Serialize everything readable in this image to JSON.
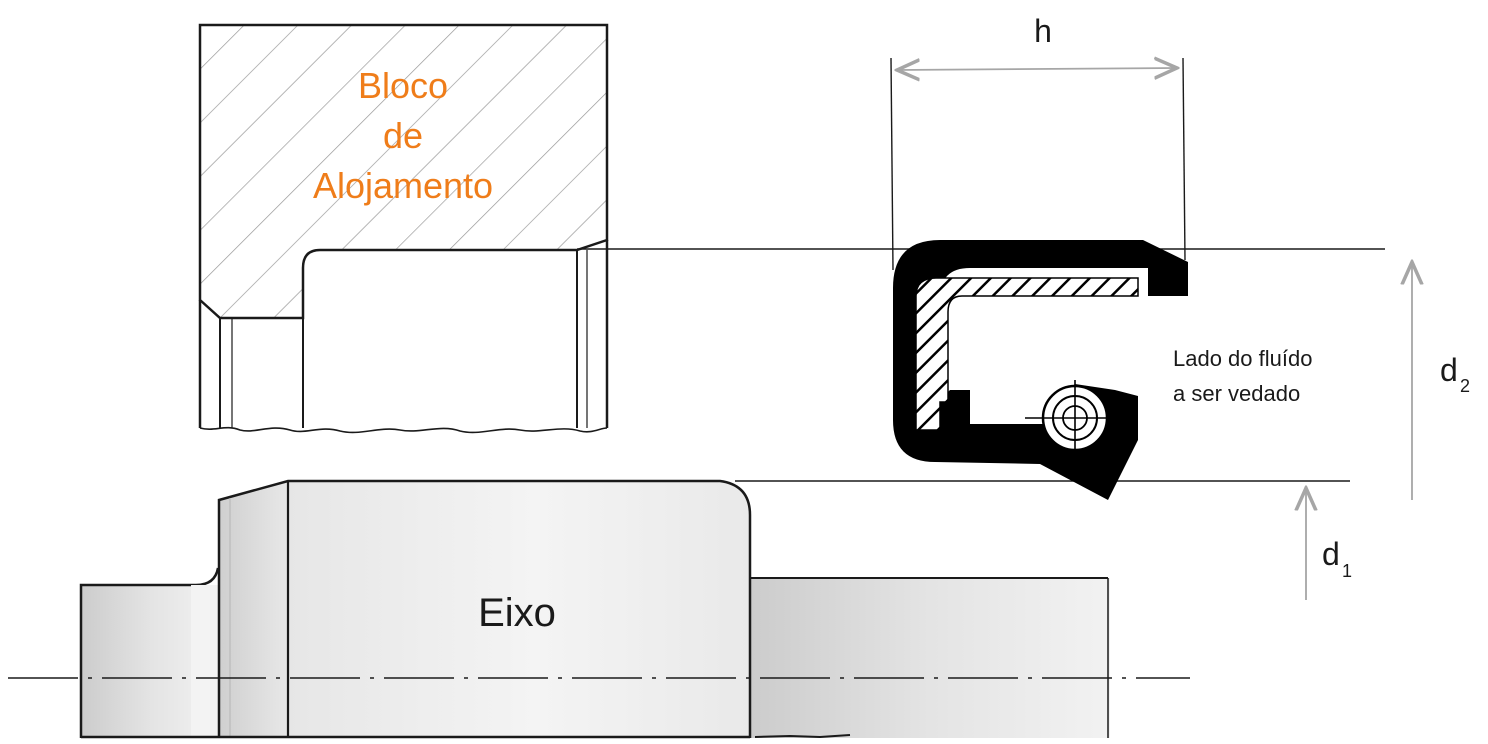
{
  "labels": {
    "housing": [
      "Bloco",
      "de",
      "Alojamento"
    ],
    "shaft": "Eixo",
    "fluid_side": [
      "Lado do fluído",
      "a ser vedado"
    ],
    "dim_h": "h",
    "dim_d2": "d",
    "dim_d2_sub": "2",
    "dim_d1": "d",
    "dim_d1_sub": "1"
  },
  "colors": {
    "housing_label": "#ef7d1a",
    "seal_fill": "#000000",
    "dimension_line": "#a6a6a6",
    "outline": "#1a1a1a"
  }
}
